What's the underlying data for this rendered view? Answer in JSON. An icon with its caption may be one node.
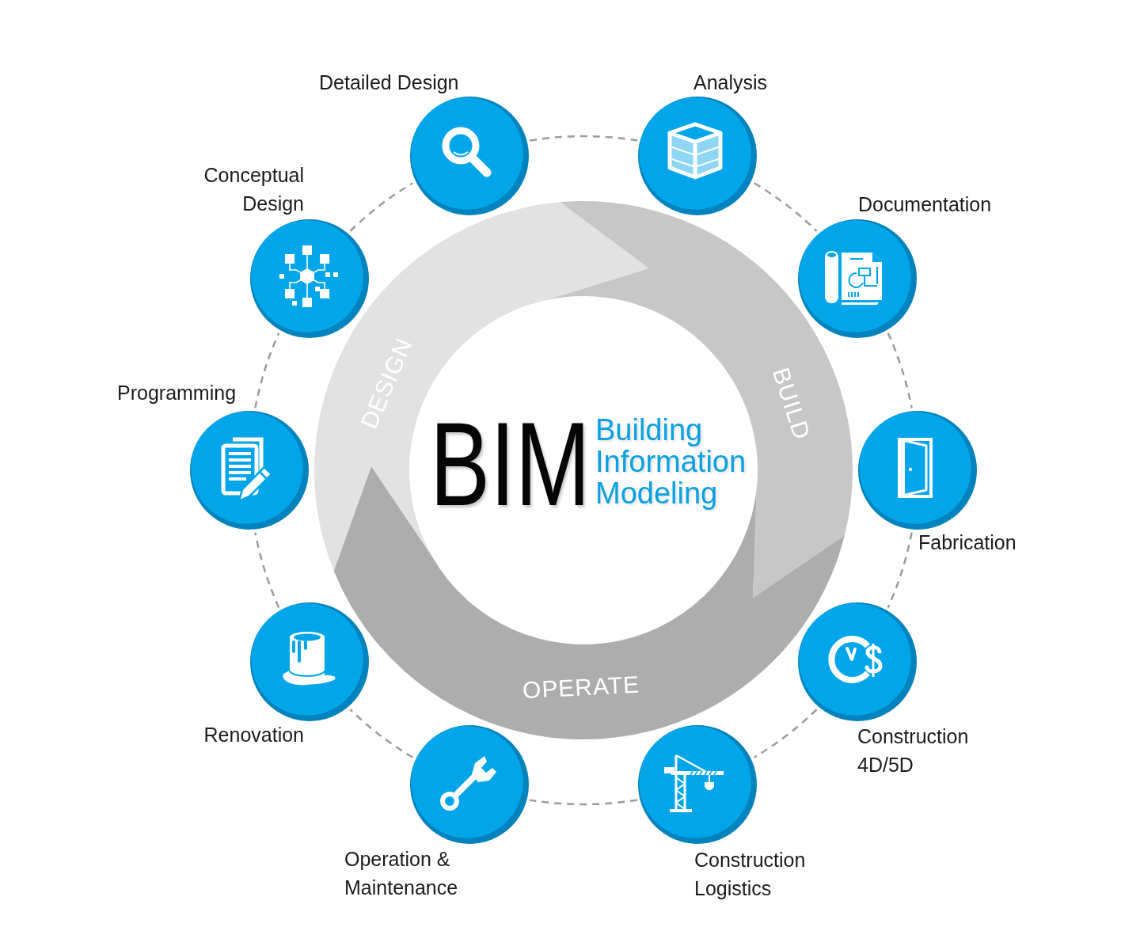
{
  "diagram": {
    "nodes": [
      {
        "text": [
          "BIM",
          "Building Information Modeling"
        ]
      },
      {
        "text": [
          "DESIGN"
        ]
      },
      {
        "text": [
          "BUILD"
        ]
      },
      {
        "text": [
          "OPERATE"
        ]
      },
      {
        "text": [],
        "shape": "circle",
        "beside": [
          "Programming"
        ]
      },
      {
        "text": [],
        "shape": "circle",
        "beside": [
          "Conceptual Design"
        ]
      },
      {
        "text": [],
        "shape": "circle",
        "beside": [
          "Detailed Design"
        ]
      },
      {
        "text": [],
        "shape": "circle",
        "beside": [
          "Analysis"
        ]
      },
      {
        "text": [],
        "shape": "circle",
        "beside": [
          "Documentation"
        ]
      },
      {
        "text": [],
        "shape": "circle",
        "beside": [
          "Fabrication"
        ]
      },
      {
        "text": [],
        "shape": "circle",
        "beside": [
          "Construction 4D/5D"
        ]
      },
      {
        "text": [],
        "shape": "circle",
        "beside": [
          "Construction Logistics"
        ]
      },
      {
        "text": [],
        "shape": "circle",
        "beside": [
          "Operation & Maintenance"
        ]
      },
      {
        "text": [],
        "shape": "circle",
        "beside": [
          "Renovation"
        ]
      }
    ],
    "edges": [
      {
        "from": 4,
        "to": 5,
        "arrow": "none",
        "style": "dashed"
      },
      {
        "from": 5,
        "to": 6,
        "arrow": "none",
        "style": "dashed"
      },
      {
        "from": 6,
        "to": 7,
        "arrow": "none",
        "style": "dashed"
      },
      {
        "from": 7,
        "to": 8,
        "arrow": "none",
        "style": "dashed"
      },
      {
        "from": 8,
        "to": 9,
        "arrow": "none",
        "style": "dashed"
      },
      {
        "from": 9,
        "to": 10,
        "arrow": "none",
        "style": "dashed"
      },
      {
        "from": 10,
        "to": 11,
        "arrow": "none",
        "style": "dashed"
      },
      {
        "from": 11,
        "to": 12,
        "arrow": "none",
        "style": "dashed"
      },
      {
        "from": 12,
        "to": 13,
        "arrow": "none",
        "style": "dashed"
      },
      {
        "from": 13,
        "to": 4,
        "arrow": "none",
        "style": "dashed"
      }
    ]
  }
}
